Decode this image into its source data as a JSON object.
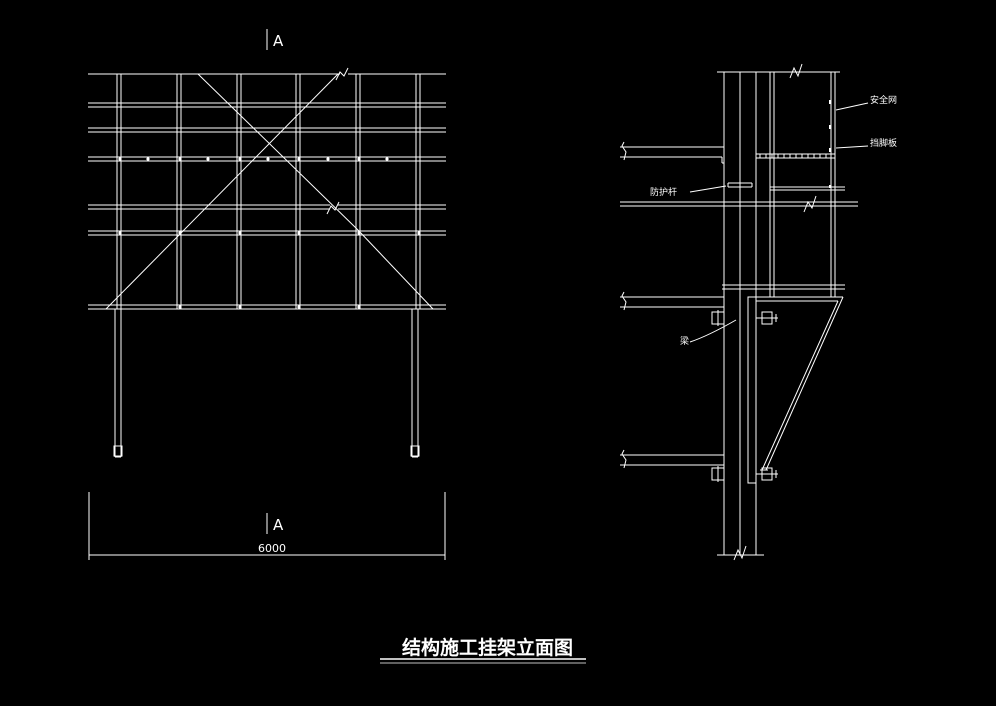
{
  "drawing": {
    "title": "结构施工挂架立面图",
    "section_marker_top": "A",
    "section_marker_bottom": "A",
    "dimension_value": "6000",
    "callouts": {
      "safety_net": "安全网",
      "toe_board": "挡脚板",
      "guard_rail": "防护杆",
      "beam": "梁"
    }
  },
  "colors": {
    "background": "#000000",
    "line": "#ffffff"
  }
}
